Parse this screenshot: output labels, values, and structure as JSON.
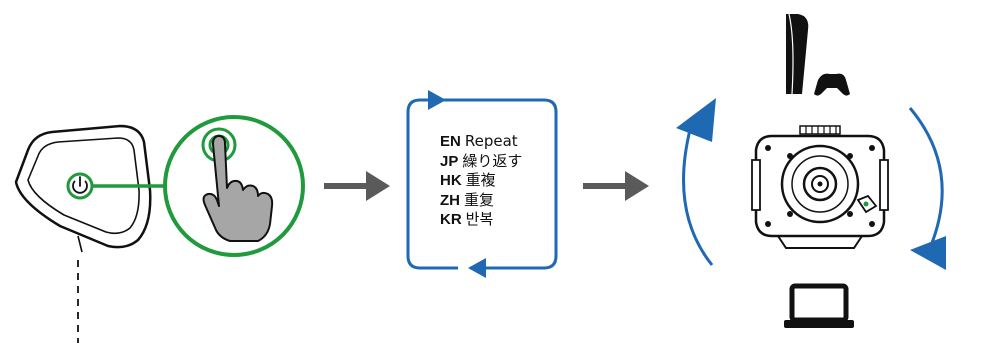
{
  "colors": {
    "accent_green": "#1f9a3c",
    "accent_blue": "#1f69b3",
    "arrow_gray": "#5a5a5a",
    "line_black": "#111111",
    "finger_gray": "#a6a6a6"
  },
  "steps": {
    "device": {
      "icon": "controller-power-button-icon"
    },
    "press": {
      "icon": "finger-press-icon"
    },
    "repeat": {
      "icon": "repeat-cycle-icon",
      "entries": [
        {
          "code": "EN",
          "word": "Repeat"
        },
        {
          "code": "JP",
          "word": "繰り返す"
        },
        {
          "code": "HK",
          "word": "重複"
        },
        {
          "code": "ZH",
          "word": "重复"
        },
        {
          "code": "KR",
          "word": "반복"
        }
      ]
    },
    "cycle": {
      "icon": "rotate-cycle-icon",
      "items": [
        {
          "icon": "console-with-gamepad-icon"
        },
        {
          "icon": "wheel-base-icon"
        },
        {
          "icon": "laptop-icon"
        }
      ]
    }
  }
}
